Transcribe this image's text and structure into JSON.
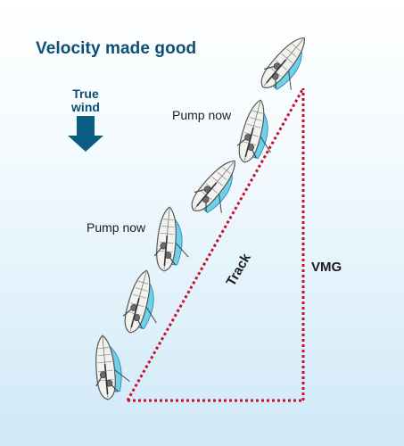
{
  "title": "Velocity made good",
  "wind": {
    "line1": "True",
    "line2": "wind"
  },
  "annotations": {
    "pump_upper": "Pump now",
    "pump_lower": "Pump now"
  },
  "labels": {
    "track": "Track",
    "vmg": "VMG"
  },
  "colors": {
    "background_top": "#ffffff",
    "background_bottom": "#cfe9f7",
    "title": "#0b4f73",
    "arrow": "#0b5d86",
    "track_line": "#c8102e",
    "sail": "#6fd0ea",
    "hull": "#f2f2ef"
  },
  "icons": [
    "down-arrow-icon",
    "dinghy-icon"
  ]
}
